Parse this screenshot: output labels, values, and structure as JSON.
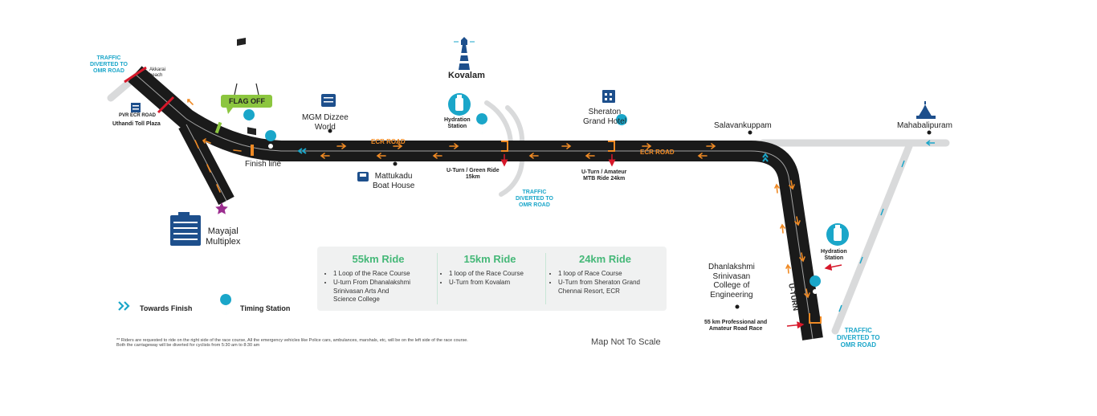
{
  "traffic_top_left": "TRAFFIC\nDIVERTED TO\nOMR ROAD",
  "akkarai_beach": "Akkarai\nbeach",
  "pvr_ecr_road": "PVR ECR ROAD",
  "uthandi_toll": "Uthandi Toll Plaza",
  "flag_off": "FLAG OFF",
  "finish_line": "Finish line",
  "mayajal": "Mayajal\nMultiplex",
  "mgm": "MGM Dizzee\nWorld",
  "mattukadu": "Mattukadu\nBoat House",
  "kovalam": "Kovalam",
  "hydration_station_1": "Hydration\nStation",
  "ecr_road_1": "ECR ROAD",
  "ecr_road_2": "ECR ROAD",
  "uturn_green": "U-Turn / Green Ride\n15km",
  "traffic_mid": "TRAFFIC\nDIVERTED TO\nOMR ROAD",
  "sheraton": "Sheraton\nGrand Hotel",
  "uturn_amateur": "U-Turn / Amateur\nMTB Ride 24km",
  "salavankuppam": "Salavankuppam",
  "mahabalipuram": "Mahabalipuram",
  "hydration_station_2": "Hydration\nStation",
  "dhanlakshmi": "Dhanlakshmi\nSrinivasan\nCollege of\nEngineering",
  "uturn_vertical": "U-TURN",
  "pro_race": "55 km Professional and\nAmateur Road Race",
  "traffic_bottom": "TRAFFIC\nDIVERTED TO\nOMR ROAD",
  "legend": {
    "towards_finish": "Towards Finish",
    "timing_station": "Timing Station"
  },
  "rides": [
    {
      "title": "55km Ride",
      "items": [
        "1 Loop of the Race Course",
        "U-turn From Dhanalakshmi\nSrinivasan Arts And\nScience College"
      ]
    },
    {
      "title": "15km Ride",
      "items": [
        "1 loop of the Race Course",
        "U-Turn from Kovalam"
      ]
    },
    {
      "title": "24km Ride",
      "items": [
        "1 loop of Race Course",
        "U-Turn from Sheraton Grand\nChennai Resort, ECR"
      ]
    }
  ],
  "footnote": "** Riders are requested to ride on the right side of the race course, All the emergency vehicles like Police cars, ambulances, marshals, etc, will be on the left side of the race course.\nBoth the carriageway will be diverted for cyclists from 5:30 am to 8:30 am",
  "map_not_to_scale": "Map Not To Scale",
  "colors": {
    "road": "#1a1a1a",
    "arrow": "#f08a24",
    "diversion": "#d9dadb",
    "teal": "#1aa6c9",
    "navy": "#1d4f8c",
    "red": "#d7182a",
    "green": "#45b878",
    "flag": "#8cc63f",
    "star": "#9b2d8f"
  },
  "icons": [
    "lighthouse-icon",
    "hydration-bottle-icon",
    "timing-station-pin-icon",
    "building-icon",
    "temple-icon",
    "race-flags-icon",
    "star-icon",
    "double-chevron-icon"
  ]
}
